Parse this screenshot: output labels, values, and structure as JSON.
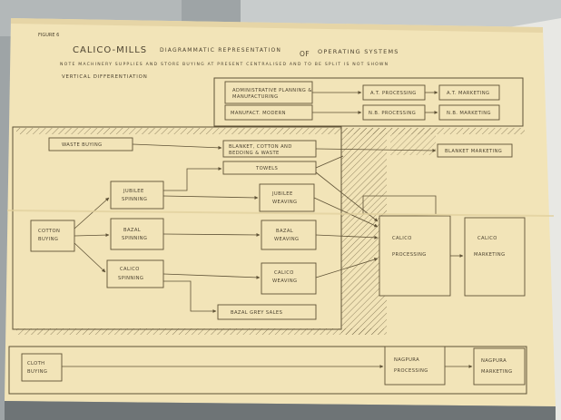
{
  "document": {
    "figure_ref": "FIGURE 6",
    "title": "CALICO-MILLS",
    "title_rest": "DIAGRAMMATIC REPRESENTATION",
    "title_of": "OF",
    "title_end": "OPERATING SYSTEMS",
    "subtitle": "NOTE MACHINERY SUPPLIES AND STORE BUYING AT PRESENT CENTRALISED AND TO BE SPLIT IS NOT SHOWN",
    "section": "VERTICAL DIFFERENTIATION"
  },
  "boxes": {
    "admin": [
      "ADMINISTRATIVE PLANNING &",
      "MANUFACTURING"
    ],
    "warehouse": "MANUFACT. MODERN",
    "at_processing": "A.T. PROCESSING",
    "at_marketing": "A.T. MARKETING",
    "nb_processing": "N.B. PROCESSING",
    "nb_marketing": "N.B. MARKETING",
    "waste_buying": "WASTE BUYING",
    "blanket": [
      "BLANKET, COTTON AND",
      "BEDDING & WASTE"
    ],
    "towels": "TOWELS",
    "blanket_marketing": "BLANKET MARKETING",
    "jubilee_spinning": [
      "JUBILEE",
      "SPINNING"
    ],
    "jubilee_weaving": [
      "JUBILEE",
      "WEAVING"
    ],
    "cotton_buying": [
      "COTTON",
      "BUYING"
    ],
    "bazal_spinning": [
      "BAZAL",
      "SPINNING"
    ],
    "bazal_weaving": [
      "BAZAL",
      "WEAVING"
    ],
    "calico_spinning": [
      "CALICO",
      "SPINNING"
    ],
    "calico_weaving": [
      "CALICO",
      "WEAVING"
    ],
    "calico_processing": [
      "CALICO",
      "PROCESSING"
    ],
    "calico_marketing": [
      "CALICO",
      "MARKETING"
    ],
    "bazal_grey": "BAZAL GREY SALES",
    "cloth_buying": [
      "CLOTH",
      "BUYING"
    ],
    "nagpur_processing": [
      "NAGPURA",
      "PROCESSING"
    ],
    "nagpur_marketing": [
      "NAGPURA",
      "MARKETING"
    ]
  },
  "colors": {
    "paper": "#f2e4b8",
    "ink": "#5f5236",
    "desk_gray": "#9ea4a6",
    "white_sheet": "#e8e8e4"
  }
}
